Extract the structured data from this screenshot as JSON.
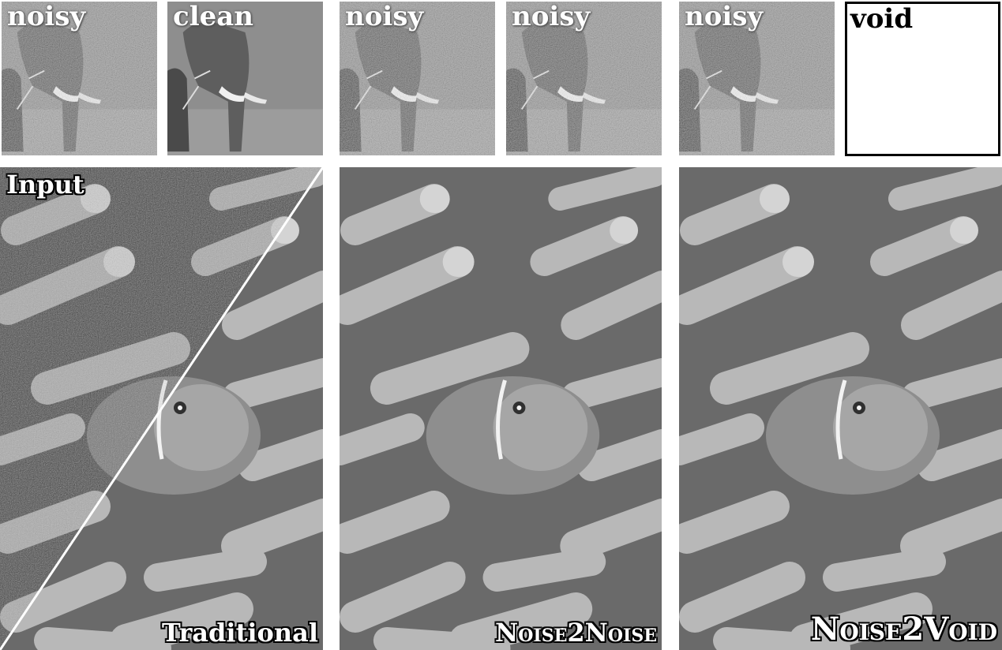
{
  "top_row": {
    "thumbs": [
      {
        "label": "noisy"
      },
      {
        "label": "clean"
      },
      {
        "label": "noisy"
      },
      {
        "label": "noisy"
      },
      {
        "label": "noisy"
      }
    ],
    "void_label": "void"
  },
  "panels": {
    "input_label": "Input",
    "traditional_label": "Traditional",
    "n2n_label": "Noise2Noise",
    "n2v_label": "Noise2Void"
  },
  "colors": {
    "elephant_bg": "#8e8e8e",
    "anemone_bg": "#6a6a6a",
    "tentacle": "#bdbdbd",
    "label_fill": "#ffffff",
    "label_stroke": "#000000"
  }
}
